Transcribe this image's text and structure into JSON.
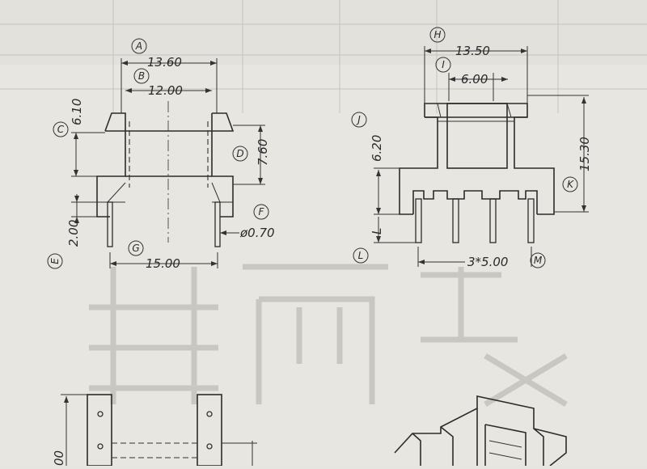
{
  "left_view": {
    "labels": {
      "A": "A",
      "B": "B",
      "C": "C",
      "D": "D",
      "E": "E",
      "F": "F",
      "G": "G"
    },
    "dims": {
      "A": "13.60",
      "B": "12.00",
      "C": "6.10",
      "D": "7.60",
      "E": "2.00",
      "F": "ø0.70",
      "G": "15.00"
    }
  },
  "right_view": {
    "labels": {
      "H": "H",
      "I": "I",
      "J": "J",
      "K": "K",
      "L": "L",
      "M": "M"
    },
    "dims": {
      "H": "13.50",
      "I": "6.00",
      "J": "6.20",
      "K": "15.30",
      "L": "L",
      "M": "3*5.00"
    }
  },
  "bottom_left_partial_dim": "00"
}
